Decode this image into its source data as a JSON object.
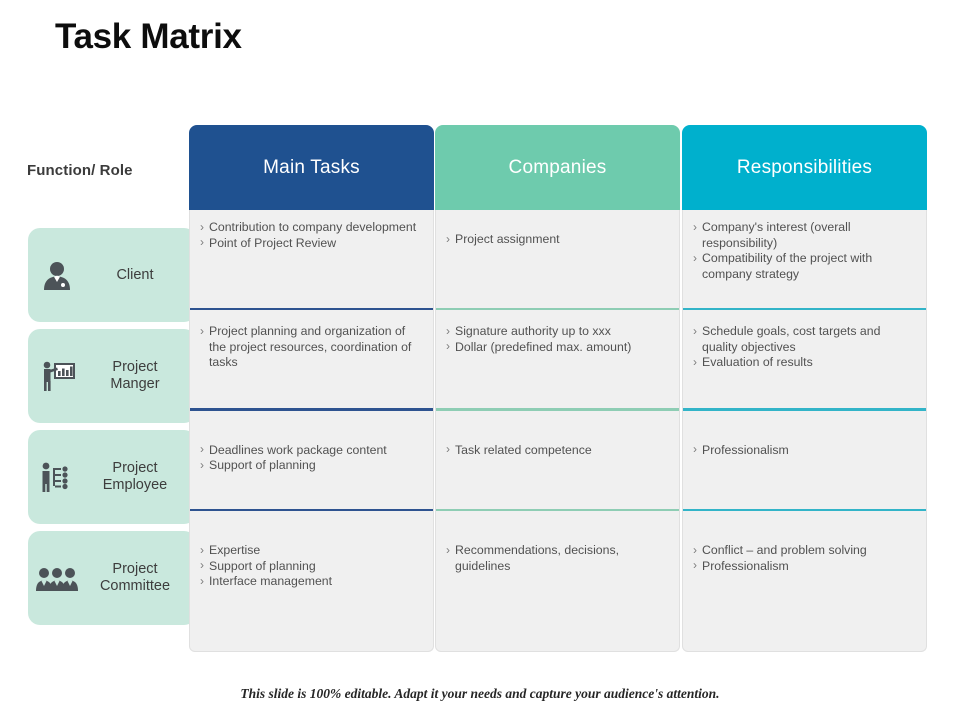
{
  "title": "Task Matrix",
  "function_role_label": "Function/ Role",
  "footer_note": "This slide is 100% editable. Adapt it your needs and capture your audience's attention.",
  "colors": {
    "header_main_tasks": "#1f5190",
    "header_companies": "#6ecbad",
    "header_responsibilities": "#00b0cd",
    "role_card_bg": "#c9e8dd",
    "cell_bg": "#f0f0f0",
    "title": "#0d0d0d"
  },
  "roles": [
    {
      "label": "Client",
      "icon": "person-silhouette-icon"
    },
    {
      "label": "Project\nManger",
      "icon": "presenter-chart-icon"
    },
    {
      "label": "Project\nEmployee",
      "icon": "org-structure-icon"
    },
    {
      "label": "Project\nCommittee",
      "icon": "people-group-icon"
    }
  ],
  "columns": [
    {
      "header": "Main Tasks",
      "accent": "#2e5390",
      "cells": [
        {
          "items": [
            "Contribution to company development",
            "Point of Project Review"
          ]
        },
        {
          "items": [
            "Project planning and organization of the project resources, coordination of tasks"
          ]
        },
        {
          "items": [
            "Deadlines work package content",
            "Support of planning"
          ]
        },
        {
          "items": [
            "Expertise",
            "Support of planning",
            "Interface management"
          ]
        }
      ]
    },
    {
      "header": "Companies",
      "accent": "#8ecdb4",
      "cells": [
        {
          "items": [
            "Project assignment"
          ]
        },
        {
          "items": [
            "Signature authority up to xxx",
            "Dollar (predefined max. amount)"
          ]
        },
        {
          "items": [
            "Task related competence"
          ]
        },
        {
          "items": [
            "Recommendations, decisions, guidelines"
          ]
        }
      ]
    },
    {
      "header": "Responsibilities",
      "accent": "#32b4c8",
      "cells": [
        {
          "items": [
            "Company's interest (overall responsibility)",
            "Compatibility of the project with company strategy"
          ]
        },
        {
          "items": [
            "Schedule goals, cost targets and quality objectives",
            "Evaluation of results"
          ]
        },
        {
          "items": [
            "Professionalism"
          ]
        },
        {
          "items": [
            "Conflict – and problem solving",
            "Professionalism"
          ]
        }
      ]
    }
  ]
}
